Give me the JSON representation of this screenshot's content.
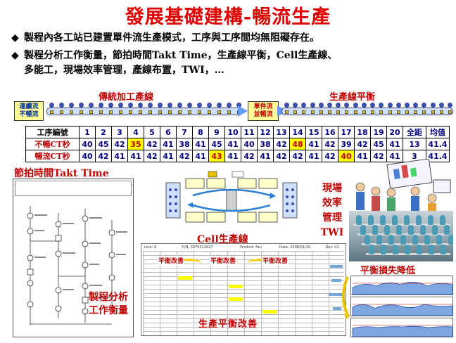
{
  "title": "發展基礎建構-暢流生產",
  "bullets": [
    {
      "mark": "◆",
      "text": "製程內各工站已建置單件流生產模式，工序與工序間均無阻礙存在。"
    },
    {
      "mark": "◆",
      "text1": "製程分析工作衡量，節拍時間Takt Time，生產線平衡，Cell生產線、",
      "text2": "多能工，現場效率管理，產線布置，TWI，…"
    }
  ],
  "stages": {
    "left": "傳統加工產線",
    "right": "生產線平衡"
  },
  "flow_boxes": {
    "left_line1": "連續流",
    "left_line2": "不暢流",
    "mid_line1": "單件流",
    "mid_line2": "並暢流"
  },
  "ct_table": {
    "header": "工序編號",
    "columns": [
      "1",
      "2",
      "3",
      "4",
      "5",
      "6",
      "7",
      "8",
      "9",
      "10",
      "11",
      "12",
      "13",
      "14",
      "15",
      "16",
      "17",
      "18",
      "19",
      "20",
      "全距",
      "均值"
    ],
    "rows": [
      {
        "label": "不暢CT秒",
        "values": [
          "40",
          "45",
          "42",
          "35",
          "42",
          "41",
          "38",
          "41",
          "45",
          "41",
          "40",
          "38",
          "42",
          "48",
          "41",
          "42",
          "39",
          "42",
          "45",
          "41",
          "13",
          "41.4"
        ],
        "highlight": [
          3,
          13
        ]
      },
      {
        "label": "暢流CT秒",
        "values": [
          "40",
          "42",
          "41",
          "41",
          "42",
          "41",
          "42",
          "41",
          "43",
          "41",
          "42",
          "41",
          "42",
          "42",
          "41",
          "42",
          "40",
          "41",
          "42",
          "41",
          "3",
          "41.4"
        ],
        "highlight": [
          8,
          16
        ]
      }
    ]
  },
  "takt_label": "節拍時間Takt Time",
  "analysis_label": {
    "line1": "製程分析",
    "line2": "工作衡量"
  },
  "cell_label": "Cell生產線",
  "twi_label": [
    "現場",
    "效率",
    "管理",
    "TWI"
  ],
  "sheet": {
    "meta": [
      "Line: A",
      "P/N: 3075311627",
      "Product: Fan",
      "Date: 2008/01/10",
      "Rev: 01"
    ],
    "improve_tags": [
      "平衡改善",
      "平衡改善",
      "平衡改善"
    ]
  },
  "improve_title": "生產平衡改善",
  "loss_title": "平衡損失降低",
  "colors": {
    "title": "#e00000",
    "accent_red": "#c00000",
    "table_blue": "#000080",
    "highlight": "#ffff00"
  }
}
